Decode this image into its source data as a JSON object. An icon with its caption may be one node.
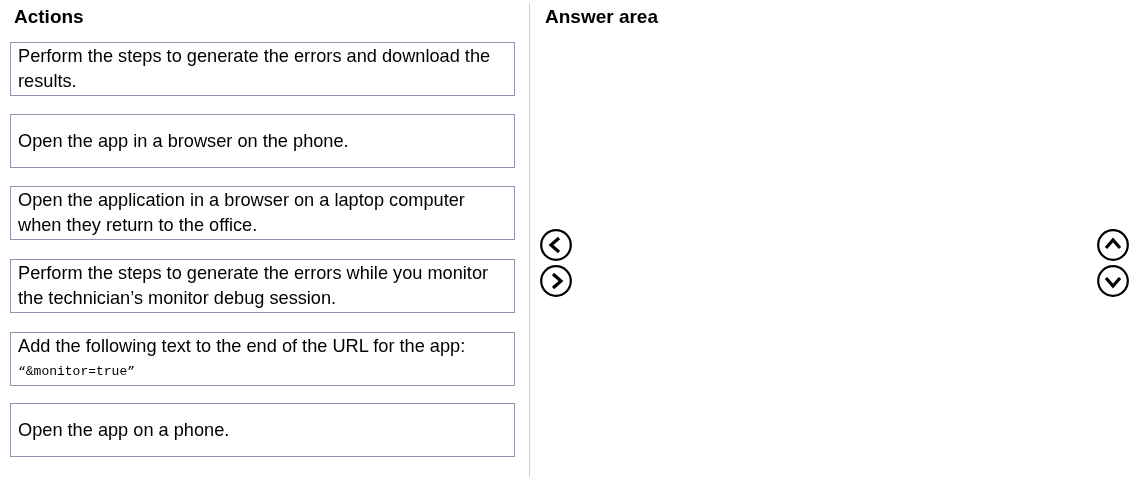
{
  "diagram": {
    "nodes": [
      {
        "text": [
          "Perform the steps to generate the errors and download the results."
        ]
      },
      {
        "text": [
          "Open the app in a browser on the phone."
        ]
      },
      {
        "text": [
          "Open the application in a browser on a laptop computer when they return to the office."
        ]
      },
      {
        "text": [
          "Perform the steps to generate the errors while you monitor the technician’s monitor debug session."
        ]
      },
      {
        "text": [
          "Add the following text to the end of the URL for the app:",
          "“&monitor=true”"
        ]
      },
      {
        "text": [
          "Open the app on a phone."
        ]
      }
    ],
    "labels": [
      "Actions",
      "Answer area"
    ]
  }
}
